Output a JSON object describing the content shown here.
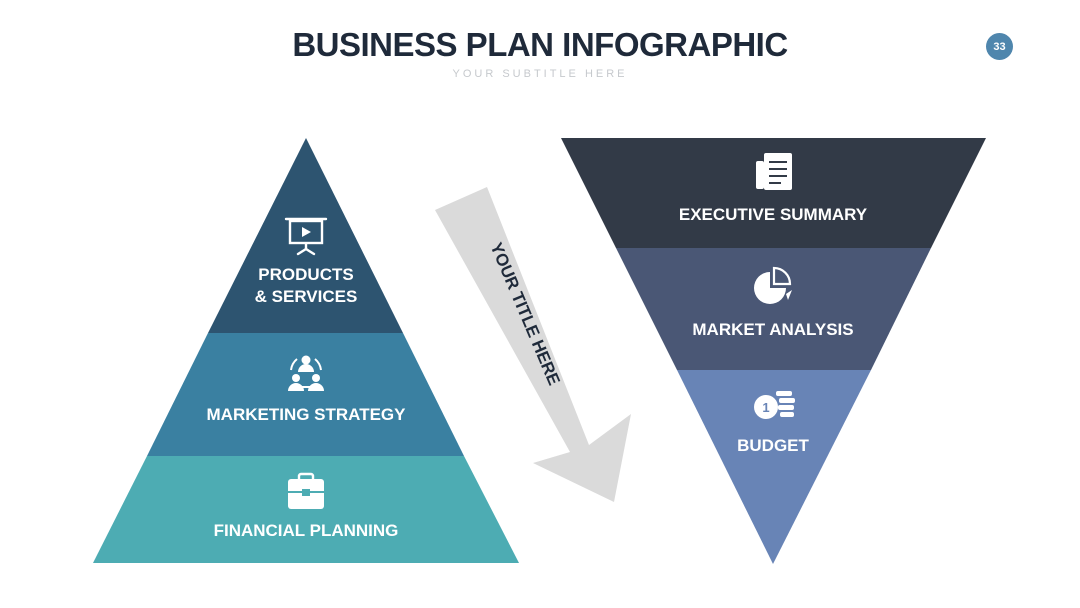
{
  "header": {
    "title": "BUSINESS PLAN INFOGRAPHIC",
    "subtitle": "YOUR SUBTITLE HERE",
    "page_number": "33"
  },
  "pyramid": {
    "levels": [
      {
        "label_line1": "PRODUCTS",
        "label_line2": "& SERVICES",
        "icon": "presentation-board-icon",
        "color": "#2d5470"
      },
      {
        "label": "MARKETING STRATEGY",
        "icon": "team-network-icon",
        "color": "#3a80a1"
      },
      {
        "label": "FINANCIAL PLANNING",
        "icon": "briefcase-icon",
        "color": "#4dacb3"
      }
    ]
  },
  "arrow": {
    "label": "YOUR TITLE HERE",
    "color": "#dadada"
  },
  "inverted_pyramid": {
    "levels": [
      {
        "label": "EXECUTIVE SUMMARY",
        "icon": "document-report-icon",
        "color": "#323a47"
      },
      {
        "label": "MARKET ANALYSIS",
        "icon": "pie-chart-icon",
        "color": "#4a5775"
      },
      {
        "label": "BUDGET",
        "icon": "coin-stack-icon",
        "color": "#6884b6"
      }
    ]
  }
}
